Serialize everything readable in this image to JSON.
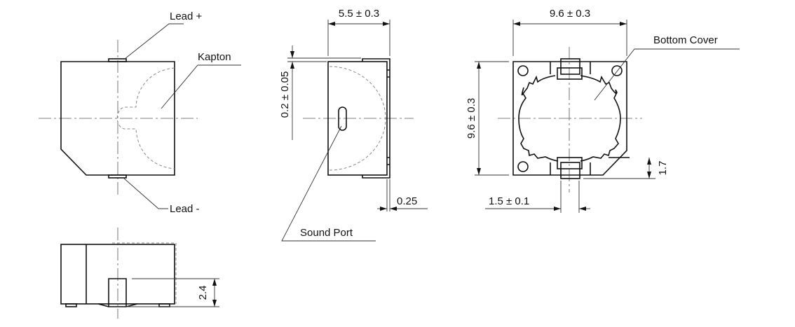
{
  "labels": {
    "lead_plus": "Lead +",
    "lead_minus": "Lead -",
    "kapton": "Kapton",
    "sound_port": "Sound Port",
    "bottom_cover": "Bottom Cover"
  },
  "dimensions": {
    "side_width": "5.5 ± 0.3",
    "lead_thickness": "0.2 ± 0.05",
    "lead_offset": "0.25",
    "bottom_width": "9.6 ± 0.3",
    "bottom_height": "9.6 ± 0.3",
    "pad_length": "1.7",
    "pad_width": "1.5 ± 0.1",
    "height": "2.4"
  }
}
